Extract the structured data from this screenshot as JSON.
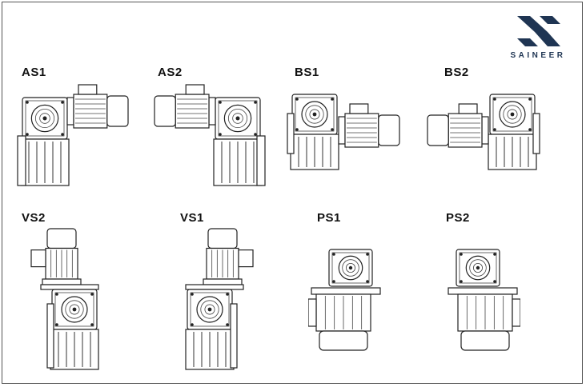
{
  "brand": {
    "name": "SAINEER",
    "color": "#1f3553"
  },
  "configurations": [
    {
      "id": "as1",
      "label": "AS1"
    },
    {
      "id": "as2",
      "label": "AS2"
    },
    {
      "id": "bs1",
      "label": "BS1"
    },
    {
      "id": "bs2",
      "label": "BS2"
    },
    {
      "id": "vs2",
      "label": "VS2"
    },
    {
      "id": "vs1",
      "label": "VS1"
    },
    {
      "id": "ps1",
      "label": "PS1"
    },
    {
      "id": "ps2",
      "label": "PS2"
    }
  ]
}
